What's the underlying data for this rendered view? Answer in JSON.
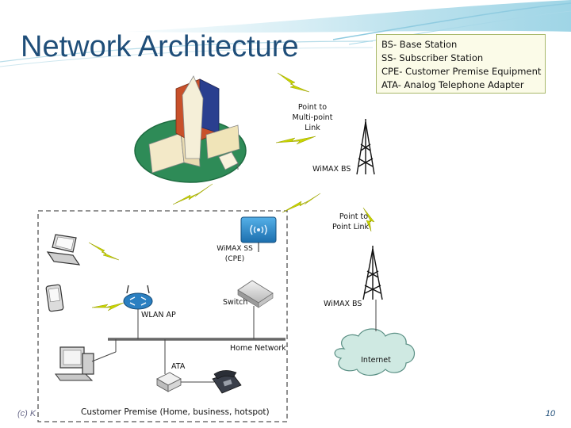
{
  "title": "Network Architecture",
  "legend": [
    "BS- Base Station",
    "SS- Subscriber Station",
    "CPE- Customer Premise Equipment",
    "ATA- Analog Telephone Adapter"
  ],
  "labels": {
    "point_to_multipoint": [
      "Point to",
      "Multi-point",
      "Link"
    ],
    "wimax_bs_top": "WiMAX BS",
    "point_to_point": [
      "Point to",
      "Point Link"
    ],
    "wimax_ss": [
      "WiMAX SS",
      "(CPE)"
    ],
    "switch": "Switch",
    "wimax_bs_bottom": "WiMAX BS",
    "wlan_ap": "WLAN AP",
    "home_network": "Home Network",
    "ata": "ATA",
    "internet": "Internet",
    "customer_premise": "Customer Premise (Home, business, hotspot)"
  },
  "footer": "(c) K",
  "page_number": "10",
  "colors": {
    "title": "#1f4e79",
    "wimax_ss": "#2a7fc1",
    "internet_cloud": "#cfe9e2",
    "lightning": "#c8d400",
    "campus_ground": "#2e8b57"
  }
}
